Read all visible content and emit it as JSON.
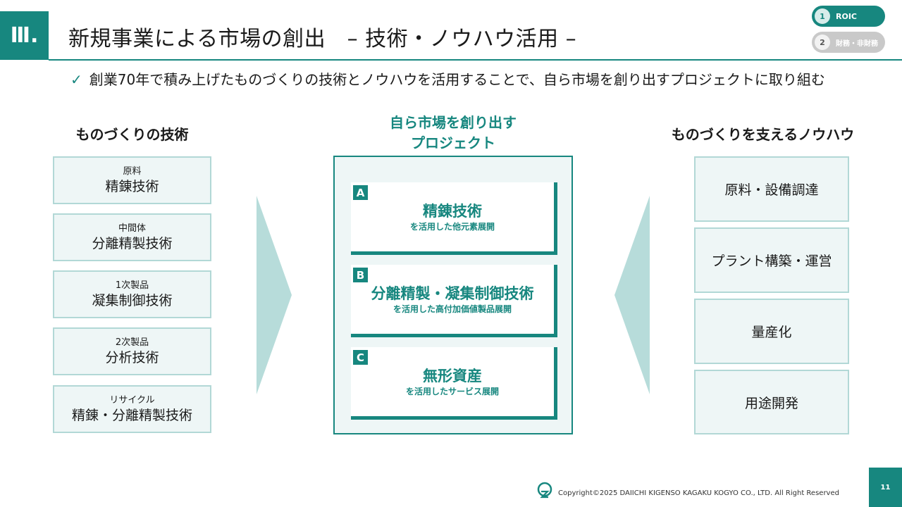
{
  "header": {
    "section": "Ⅲ.",
    "title": "新規事業による市場の創出　– 技術・ノウハウ活用 –",
    "nav": [
      {
        "num": "1",
        "label": "ROIC",
        "active": true
      },
      {
        "num": "2",
        "label": "財務・非財務",
        "active": false
      }
    ]
  },
  "lead": {
    "check": "✓",
    "text": "創業70年で積み上げたものづくりの技術とノウハウを活用することで、自ら市場を創り出すプロジェクトに取り組む"
  },
  "left": {
    "heading": "ものづくりの技術",
    "items": [
      {
        "sub": "原料",
        "main": "精錬技術"
      },
      {
        "sub": "中間体",
        "main": "分離精製技術"
      },
      {
        "sub": "1次製品",
        "main": "凝集制御技術"
      },
      {
        "sub": "2次製品",
        "main": "分析技術"
      },
      {
        "sub": "リサイクル",
        "main": "精錬・分離精製技術"
      }
    ]
  },
  "center": {
    "heading_line1": "自ら市場を創り出す",
    "heading_line2": "プロジェクト",
    "projects": [
      {
        "letter": "A",
        "title": "精錬技術",
        "sub": "を活用した他元素展開"
      },
      {
        "letter": "B",
        "title": "分離精製・凝集制御技術",
        "sub": "を活用した高付加価値製品展開"
      },
      {
        "letter": "C",
        "title": "無形資産",
        "sub": "を活用したサービス展開"
      }
    ]
  },
  "right": {
    "heading": "ものづくりを支えるノウハウ",
    "items": [
      "原料・設備調達",
      "プラント構築・運営",
      "量産化",
      "用途開発"
    ]
  },
  "footer": {
    "copyright": "Copyright©2025 DAIICHI KIGENSO KAGAKU KOGYO CO., LTD. All Right Reserved",
    "page": "11"
  },
  "colors": {
    "accent": "#17877f",
    "box_fill": "#eef6f6",
    "box_border": "#b2d8d6",
    "arrow": "#b7dcda"
  }
}
